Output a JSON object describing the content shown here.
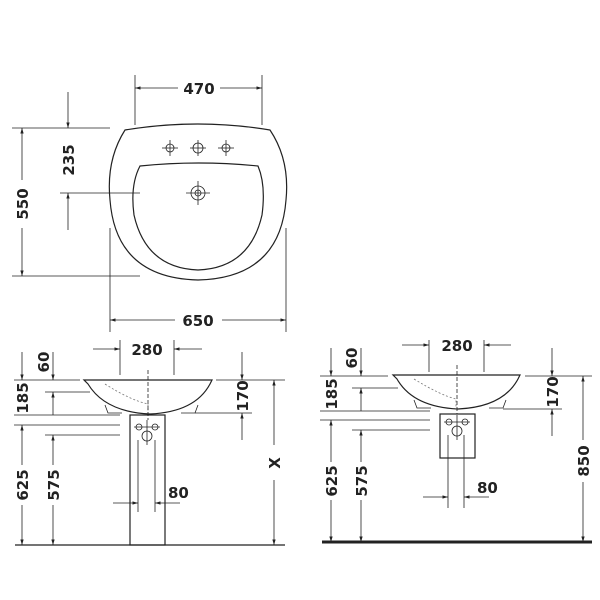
{
  "top_view": {
    "width_inner": "470",
    "width_outer": "650",
    "depth": "550",
    "tap_offset": "235"
  },
  "front_pedestal": {
    "tap_spacing": "280",
    "rim_offset": "60",
    "bowl_depth": "185",
    "side_170": "170",
    "height_625": "625",
    "height_575": "575",
    "pipe_80": "80",
    "height_x": "X"
  },
  "front_wall": {
    "tap_spacing": "280",
    "rim_offset": "60",
    "bowl_depth": "185",
    "side_170": "170",
    "height_625": "625",
    "height_575": "575",
    "pipe_80": "80",
    "height_850": "850"
  }
}
